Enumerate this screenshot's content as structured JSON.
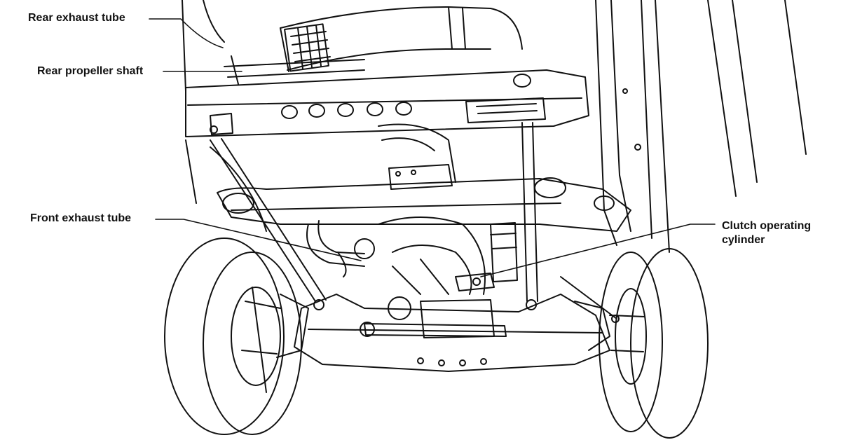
{
  "callouts": {
    "rear_exhaust_tube": "Rear exhaust tube",
    "rear_propeller_shaft": "Rear propeller shaft",
    "front_exhaust_tube": "Front exhaust tube",
    "clutch_operating_cylinder_line1": "Clutch operating",
    "clutch_operating_cylinder_line2": "cylinder"
  },
  "colors": {
    "ink": "#111111",
    "background": "#ffffff"
  }
}
